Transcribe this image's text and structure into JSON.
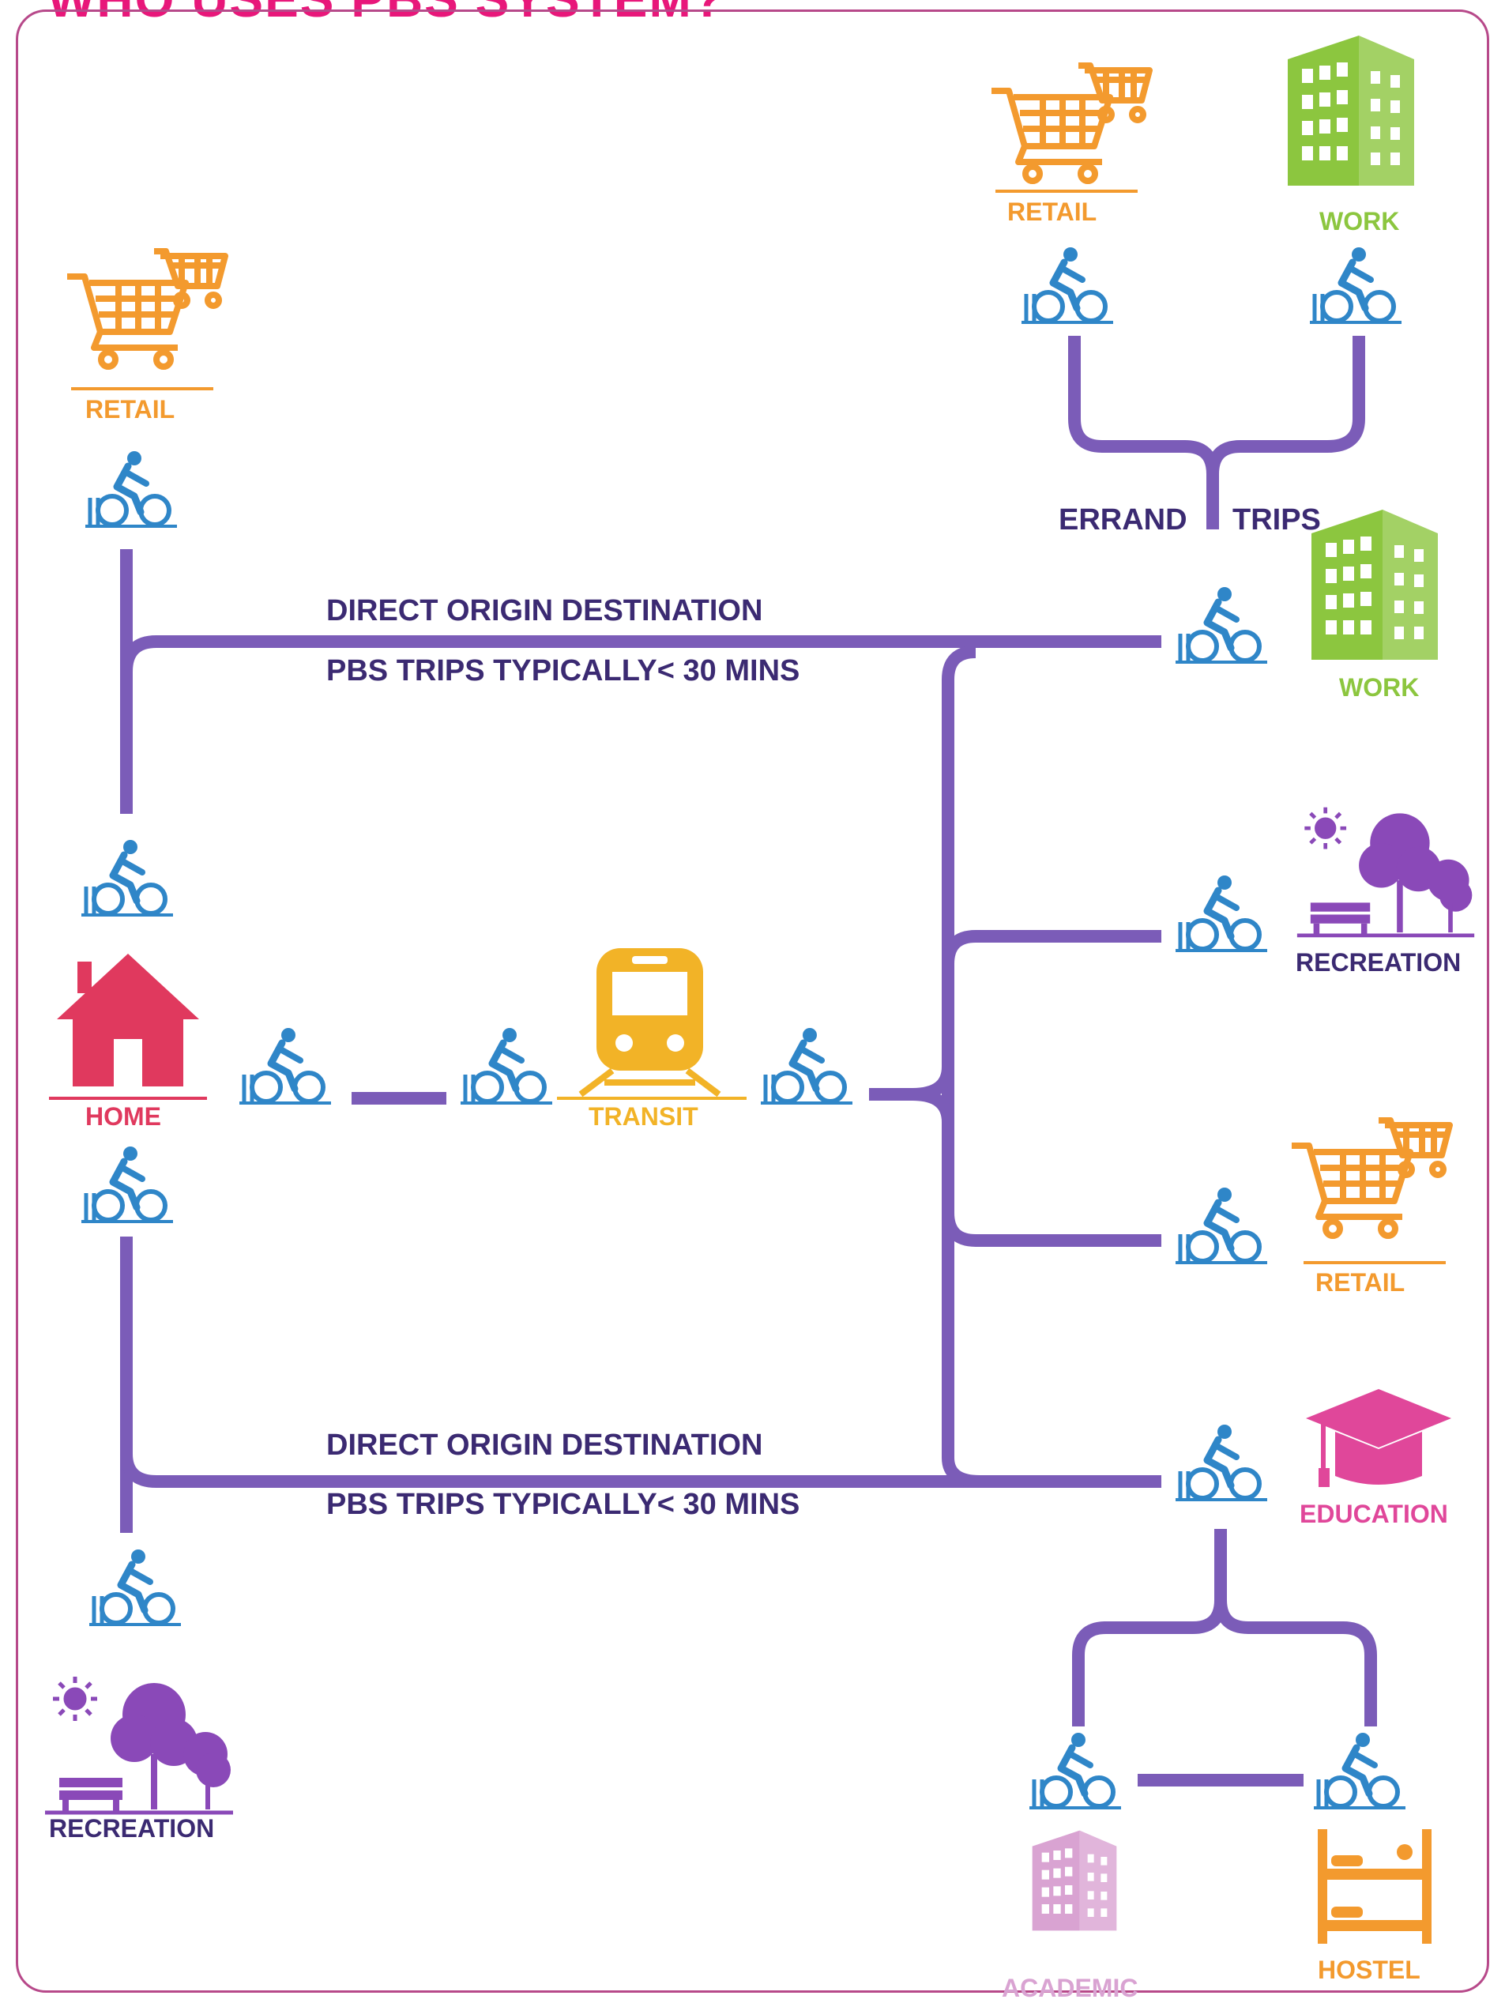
{
  "title": "WHO USES PBS SYSTEM?",
  "colors": {
    "line": "#7b5cb8",
    "bike": "#2f86c8",
    "retail": "#f39a2e",
    "work": "#8cc63f",
    "home": "#e0395e",
    "transit": "#f2b327",
    "recreation": "#8a49b8",
    "education": "#e0479a",
    "academic": "#d9a3d2",
    "hostel": "#f39a2e",
    "trip_text": "#3b2a72",
    "title": "#e8177a"
  },
  "trip_labels": {
    "direct_1": "DIRECT ORIGIN DESTINATION",
    "typical_1": "PBS TRIPS TYPICALLY< 30 MINS",
    "direct_2": "DIRECT ORIGIN DESTINATION",
    "typical_2": "PBS TRIPS TYPICALLY< 30 MINS",
    "errand": "ERRAND",
    "trips": "TRIPS"
  },
  "nodes": {
    "retail_left": "RETAIL",
    "home": "HOME",
    "transit": "TRANSIT",
    "recreation_left": "RECREATION",
    "retail_top": "RETAIL",
    "work_top": "WORK",
    "work_right": "WORK",
    "recreation_right": "RECREATION",
    "retail_right": "RETAIL",
    "education": "EDUCATION",
    "academic": "ACADEMIC",
    "hostel": "HOSTEL"
  },
  "icons": {
    "bike": "bicycle-rider-icon",
    "retail": "shopping-cart-icon",
    "work": "office-building-icon",
    "home": "house-icon",
    "transit": "train-icon",
    "recreation": "park-tree-bench-icon",
    "education": "graduation-cap-icon",
    "academic": "building-icon",
    "hostel": "bunk-bed-icon"
  }
}
